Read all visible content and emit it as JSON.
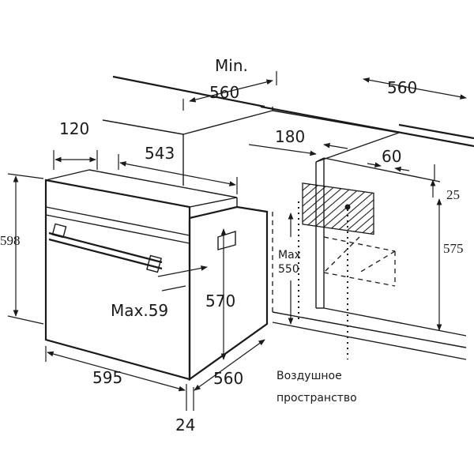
{
  "labels": {
    "min": "Min.",
    "d560_top": "560",
    "d560_right": "560",
    "d120": "120",
    "d543": "543",
    "d180": "180",
    "d60": "60",
    "d25": "25",
    "d598": "598",
    "d575": "575",
    "max550_line1": "Max",
    "max550_line2": "550",
    "max59": "Max.59",
    "d570": "570",
    "d595": "595",
    "d560_bottom": "560",
    "d24": "24",
    "air_line1": "Воздушное",
    "air_line2": "пространство"
  },
  "colors": {
    "line": "#1a1a1a",
    "background": "#ffffff"
  }
}
